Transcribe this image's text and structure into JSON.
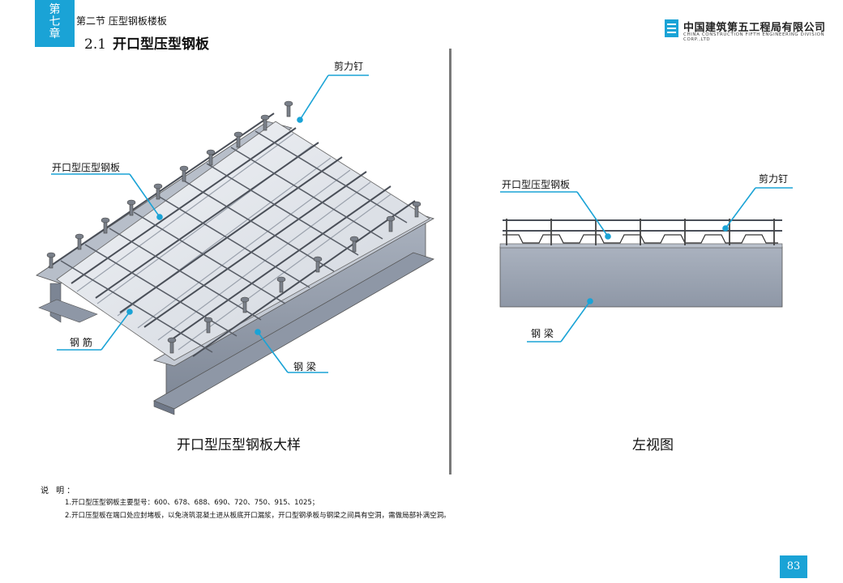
{
  "chapter": {
    "line1": "第",
    "line2": "七",
    "line3": "章"
  },
  "section_title": "第二节  压型钢板楼板",
  "heading": {
    "number": "2.1",
    "title": "开口型压型钢板"
  },
  "company": {
    "cn": "中国建筑第五工程局有限公司",
    "en": "CHINA CONSTRUCTION FIFTH ENGINEERING DIVISION CORP.,LTD"
  },
  "left_figure": {
    "caption": "开口型压型钢板大样",
    "labels": {
      "shear_stud": "剪力钉",
      "deck": "开口型压型钢板",
      "rebar": "钢 筋",
      "beam": "钢 梁"
    }
  },
  "right_figure": {
    "caption": "左视图",
    "labels": {
      "deck": "开口型压型钢板",
      "shear_stud": "剪力钉",
      "beam": "钢 梁"
    }
  },
  "notes": {
    "title": "说 明：",
    "items": [
      "1.开口型压型钢板主要型号：600、678、688、690、720、750、915、1025；",
      "2.开口压型板在端口处应封堵板，以免浇筑混凝土进从板底开口漏浆，开口型钢承板与钢梁之间具有空洞，需做局部补满空洞。"
    ]
  },
  "page_number": "83",
  "colors": {
    "accent": "#1aa3d6",
    "steel": "#8f98a8",
    "steel_dark": "#5d6675",
    "deck": "#e6e9ee",
    "rebar": "#4a4f58"
  }
}
